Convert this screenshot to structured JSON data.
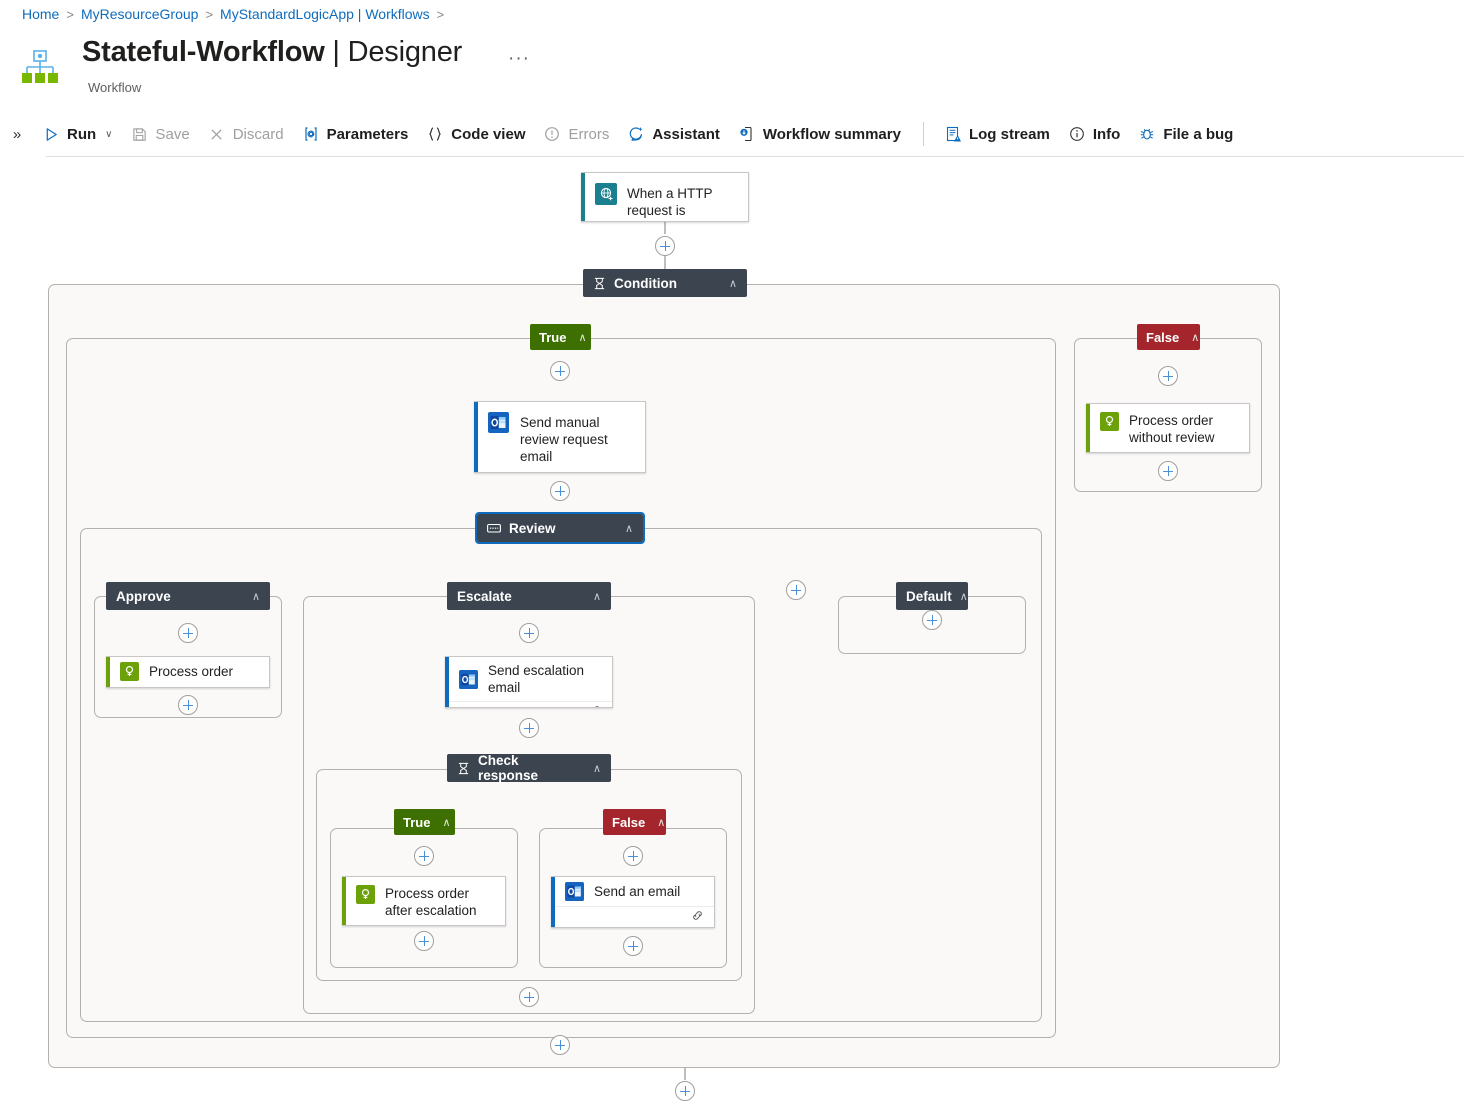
{
  "breadcrumb": {
    "items": [
      "Home",
      "MyResourceGroup",
      "MyStandardLogicApp | Workflows"
    ],
    "separator": ">"
  },
  "header": {
    "title_main": "Stateful-Workflow",
    "title_sep": " | ",
    "title_sub": "Designer",
    "ellipsis": "···",
    "subtitle": "Workflow",
    "icon": "workflow-icon"
  },
  "toolbar": {
    "expand_icon": "»",
    "items": [
      {
        "label": "Run",
        "icon": "play-icon",
        "caret": "∨",
        "disabled": false
      },
      {
        "label": "Save",
        "icon": "save-icon",
        "caret": "",
        "disabled": true
      },
      {
        "label": "Discard",
        "icon": "close-icon",
        "caret": "",
        "disabled": true
      },
      {
        "label": "Parameters",
        "icon": "at-bracket-icon",
        "caret": "",
        "disabled": false
      },
      {
        "label": "Code view",
        "icon": "curly-braces-icon",
        "caret": "",
        "disabled": false
      },
      {
        "label": "Errors",
        "icon": "alert-circle-icon",
        "caret": "",
        "disabled": true
      },
      {
        "label": "Assistant",
        "icon": "sparkle-chat-icon",
        "caret": "",
        "disabled": false
      },
      {
        "label": "Workflow summary",
        "icon": "summary-doc-icon",
        "caret": "",
        "disabled": false
      },
      {
        "label": "Log stream",
        "icon": "log-stream-icon",
        "caret": "",
        "disabled": false
      },
      {
        "label": "Info",
        "icon": "info-circle-icon",
        "caret": "",
        "disabled": false
      },
      {
        "label": "File a bug",
        "icon": "bug-icon",
        "caret": "",
        "disabled": false
      }
    ],
    "separator_after_index": 7
  },
  "colors": {
    "accent_blue": "#0f6cbd",
    "true_green": "#3d7000",
    "false_red": "#a4262c",
    "header_dark": "#3b444f",
    "scope_bg": "#faf9f8",
    "trigger_teal": "#1a7f8e",
    "outlook_blue": "#0f6cbd",
    "inline_green": "#6ca10a"
  },
  "designer": {
    "trigger": {
      "label": "When a HTTP request is received",
      "icon": "http-request-icon",
      "accent": "#1a7f8e"
    },
    "condition": {
      "label": "Condition",
      "icon": "condition-icon",
      "caret": "∧",
      "branches": [
        {
          "label": "True",
          "type": "true",
          "caret": "∧"
        },
        {
          "label": "False",
          "type": "false",
          "caret": "∧"
        }
      ]
    },
    "false_branch_action": {
      "label": "Process order without review",
      "icon": "inline-code-icon",
      "accent": "#6ca10a"
    },
    "manual_review_email": {
      "label": "Send manual review request email",
      "icon": "outlook-icon",
      "accent": "#0f6cbd",
      "footer_icon": "link-icon"
    },
    "switch": {
      "label": "Review",
      "icon": "switch-icon",
      "caret": "∧",
      "selected": true,
      "cases": [
        {
          "label": "Approve",
          "caret": "∧"
        },
        {
          "label": "Escalate",
          "caret": "∧"
        },
        {
          "label": "Default",
          "caret": "∧"
        }
      ]
    },
    "approve_action": {
      "label": "Process order",
      "icon": "inline-code-icon",
      "accent": "#6ca10a"
    },
    "escalation_email": {
      "label": "Send escalation email",
      "icon": "outlook-icon",
      "accent": "#0f6cbd",
      "footer_icon": "link-icon"
    },
    "check_response": {
      "label": "Check response",
      "icon": "condition-icon",
      "caret": "∧",
      "branches": [
        {
          "label": "True",
          "type": "true",
          "caret": "∧"
        },
        {
          "label": "False",
          "type": "false",
          "caret": "∧"
        }
      ]
    },
    "escalation_true_action": {
      "label": "Process order after escalation",
      "icon": "inline-code-icon",
      "accent": "#6ca10a"
    },
    "escalation_false_action": {
      "label": "Send an email",
      "icon": "outlook-icon",
      "accent": "#0f6cbd",
      "footer_icon": "link-icon"
    },
    "add_button_label": "+"
  }
}
